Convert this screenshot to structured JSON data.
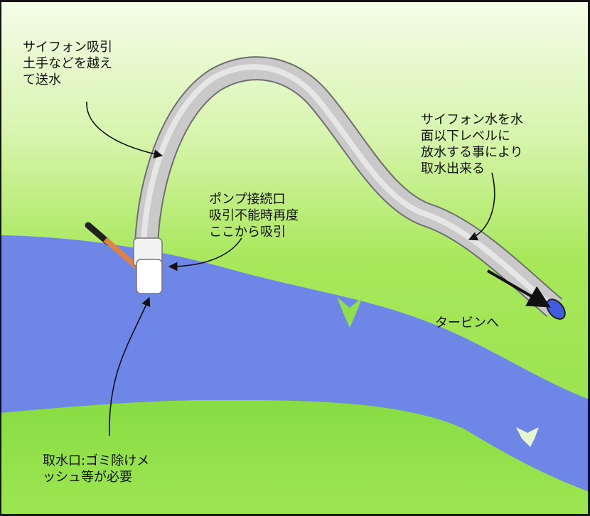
{
  "labels": {
    "siphon_suction": "サイフォン吸引\n土手などを越え\nて送水",
    "siphon_discharge": "サイフォン水を水\n面以下レベルに\n放水する事により\n取水出来る",
    "pump_port": "ポンプ接続口\n吸引不能時再度\nここから吸引",
    "intake": "取水口:ゴミ除けメ\nッシュ等が必要",
    "turbine": "タービンへ"
  },
  "colors": {
    "grass_light": "#f2fbe3",
    "grass_mid": "#a8e85a",
    "grass_dark": "#7ad63a",
    "water": "#6e86e6",
    "pipe": "#c8c8c8",
    "pipe_edge": "#777777",
    "rod": "#d9824a"
  },
  "icons": {
    "flow_marker_center": "water-flow-star-icon",
    "flow_marker_right": "water-flow-star-icon"
  }
}
